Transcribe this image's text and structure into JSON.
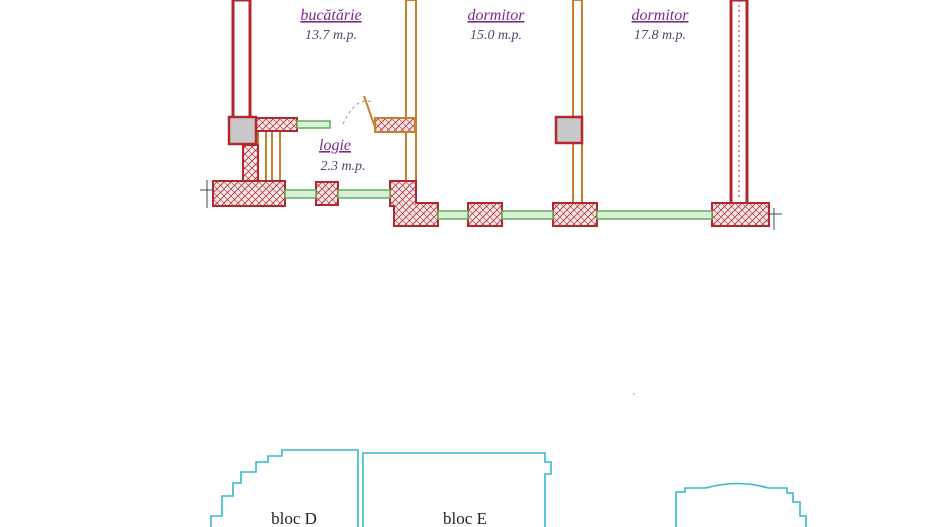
{
  "colors": {
    "wall_red": "#b2282e",
    "wall_orange": "#c8802e",
    "window_green": "#5fae5c",
    "outline_cyan": "#34b8d0",
    "room_label": "#7b2a8e",
    "area_label": "#4a4a6a",
    "column_fill": "#c8c8c8"
  },
  "rooms": [
    {
      "name": "bucătărie",
      "area": "13.7 m.p."
    },
    {
      "name": "dormitor",
      "area": "15.0 m.p."
    },
    {
      "name": "dormitor",
      "area": "17.8 m.p."
    },
    {
      "name": "logie",
      "area": "2.3 m.p."
    }
  ],
  "site_plan": {
    "blocks": [
      "bloc D",
      "bloc E"
    ]
  }
}
